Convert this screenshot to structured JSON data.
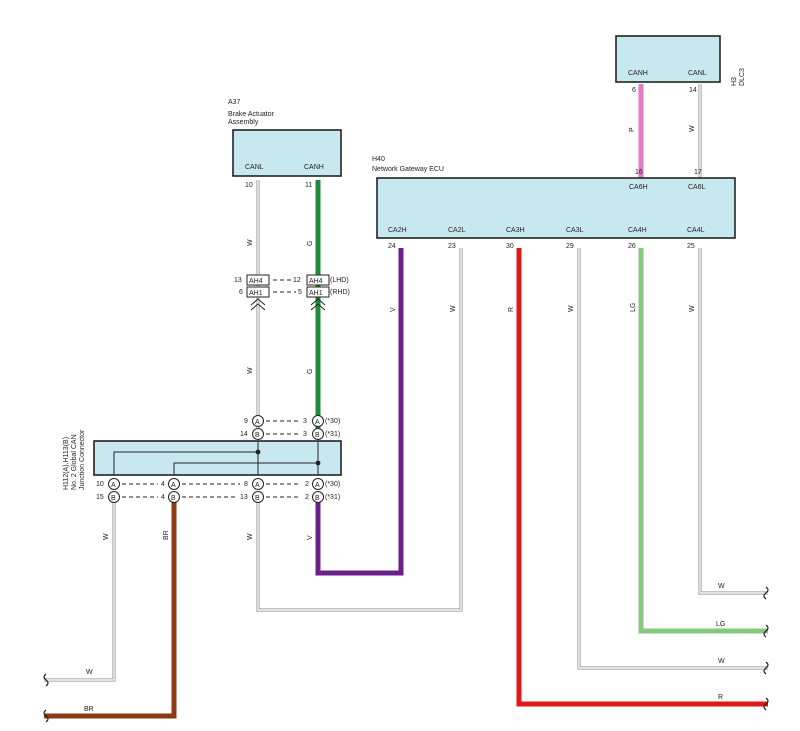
{
  "colors": {
    "box_fill": "#c8e8f0",
    "W": "#d9d9d9",
    "G": "#1f8a3c",
    "V": "#6a1f8a",
    "R": "#e01818",
    "BR": "#8b3a14",
    "LG": "#86c97c",
    "P": "#e47ac8"
  },
  "dlc3": {
    "code": "H3",
    "name": "DLC3",
    "canh": "CANH",
    "canl": "CANL",
    "pin_canh": "6",
    "pin_canl": "14",
    "wire_canh": "P",
    "wire_canl": "W"
  },
  "a37": {
    "code": "A37",
    "name_line1": "Brake Actuator",
    "name_line2": "Assembly",
    "canl": "CANL",
    "canh": "CANH",
    "pin_canl": "10",
    "pin_canh": "11",
    "wire_canl": "W",
    "wire_canh": "G"
  },
  "connectors": {
    "ah4_left_pin": "13",
    "ah4_left": "AH4",
    "ah4_right_pin": "12",
    "ah4_right": "AH4",
    "ah4_note": "(LHD)",
    "ah1_left_pin": "6",
    "ah1_left": "AH1",
    "ah1_right_pin": "5",
    "ah1_right": "AH1",
    "ah1_note": "(RHD)",
    "lower_wire_left": "W",
    "lower_wire_right": "G"
  },
  "h40": {
    "code": "H40",
    "name": "Network Gateway ECU",
    "pins_top": [
      {
        "pin": "16",
        "label": "CA6H"
      },
      {
        "pin": "17",
        "label": "CA6L"
      }
    ],
    "pins_bottom": [
      {
        "label": "CA2H",
        "pin": "24",
        "wire": "V"
      },
      {
        "label": "CA2L",
        "pin": "23",
        "wire": "W"
      },
      {
        "label": "CA3H",
        "pin": "30",
        "wire": "R"
      },
      {
        "label": "CA3L",
        "pin": "29",
        "wire": "W"
      },
      {
        "label": "CA4H",
        "pin": "26",
        "wire": "LG"
      },
      {
        "label": "CA4L",
        "pin": "25",
        "wire": "W"
      }
    ]
  },
  "jc": {
    "label_line1": "H112(A),H113(B)",
    "label_line2": "No. 2 Global CAN",
    "label_line3": "Junction Connector",
    "top_rows": [
      {
        "left_pin": "9",
        "left": "A",
        "right_pin": "3",
        "right": "A",
        "note": "(*30)"
      },
      {
        "left_pin": "14",
        "left": "B",
        "right_pin": "3",
        "right": "B",
        "note": "(*31)"
      }
    ],
    "bottom_rows": [
      {
        "p1": "10",
        "c1": "A",
        "p2": "4",
        "c2": "A",
        "p3": "8",
        "c3": "A",
        "p4": "2",
        "c4": "A",
        "note": "(*30)"
      },
      {
        "p1": "15",
        "c1": "B",
        "p2": "4",
        "c2": "B",
        "p3": "13",
        "c3": "B",
        "p4": "2",
        "c4": "B",
        "note": "(*31)"
      }
    ],
    "wire_1": "W",
    "wire_2": "BR",
    "wire_3": "W",
    "wire_4": "V"
  },
  "outputs": {
    "left_w": "W",
    "left_br": "BR",
    "right_w1": "W",
    "right_lg": "LG",
    "right_w2": "W",
    "right_r": "R"
  }
}
